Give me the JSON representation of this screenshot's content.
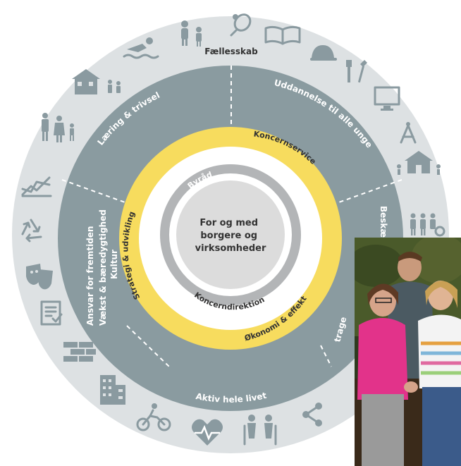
{
  "diagram": {
    "center": {
      "line1": "For og med",
      "line2": "borgere og",
      "line3": "virksomheder"
    },
    "inner_ring": {
      "top": "Byråd",
      "bottom": "Koncerndirektion"
    },
    "yellow_ring": {
      "top": "Koncernservice",
      "left": "Strategi & udvikling",
      "bottom": "Økonomi & effekt"
    },
    "segments": {
      "top_left": "Læring & trivsel",
      "top_right": "Uddannelse til alle unge",
      "right": "Beskæ",
      "right_lower": "trage",
      "left_line1": "Ansvar for fremtiden",
      "left_line2": "Vækst & bæredygtighed",
      "left_line3": "Kultur",
      "bottom": "Aktiv hele livet"
    },
    "outer": {
      "top": "Fællesskab"
    },
    "icons": [
      "family-play-icon",
      "tennis-icon",
      "book-icon",
      "helmet-icon",
      "tools-icon",
      "monitor-icon",
      "compass-icon",
      "school-icon",
      "people-wheelchair-icon",
      "share-icon",
      "elderly-couple-icon",
      "heartbeat-icon",
      "cyclist-icon",
      "office-building-icon",
      "bricks-icon",
      "document-check-icon",
      "theater-masks-icon",
      "recycle-icon",
      "growth-chart-icon",
      "family-icon",
      "house-family-icon",
      "swimmer-icon"
    ],
    "colors": {
      "outer_ring": "#dde1e3",
      "segments": "#8a9ba0",
      "yellow": "#f7dc5e",
      "inner_ring": "#b3b5b7",
      "center": "#dcdcdc",
      "icons": "#8a9aa0"
    }
  }
}
